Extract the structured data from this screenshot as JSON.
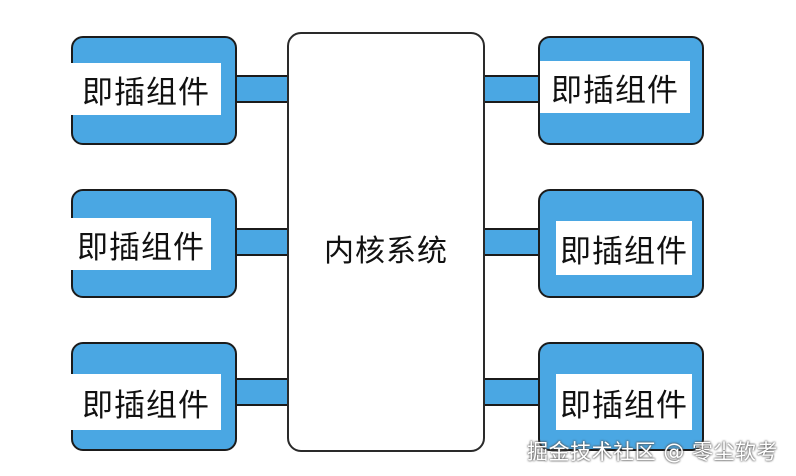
{
  "core": {
    "label": "内核系统"
  },
  "plugins": {
    "left": [
      {
        "label": "即插组件"
      },
      {
        "label": "即插组件"
      },
      {
        "label": "即插组件"
      }
    ],
    "right": [
      {
        "label": "即插组件"
      },
      {
        "label": "即插组件"
      },
      {
        "label": "即插组件"
      }
    ]
  },
  "colors": {
    "plugin_fill": "#4aa7e3",
    "border": "#1b1b1b",
    "background": "#ffffff"
  },
  "watermark": {
    "text": "掘金技术社区 @ 零尘软考"
  }
}
